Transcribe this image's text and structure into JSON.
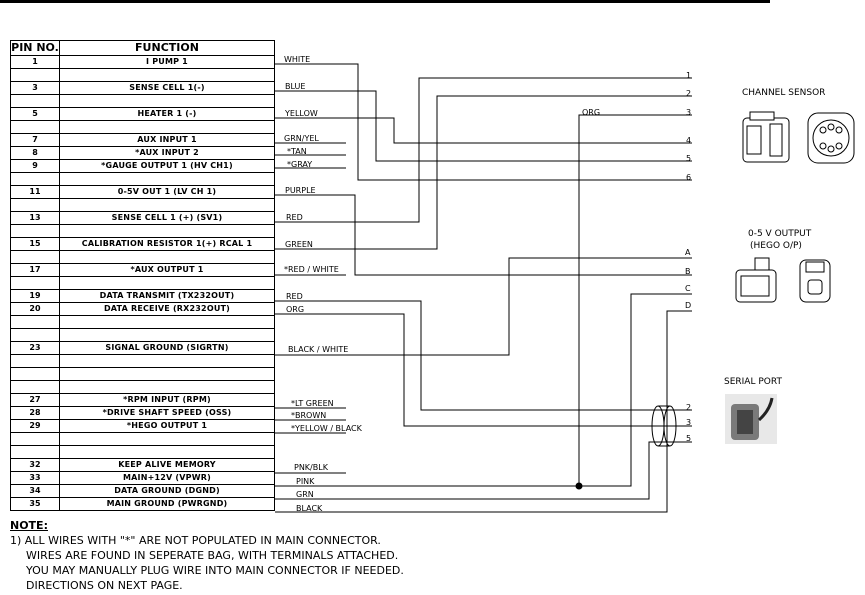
{
  "table": {
    "header": {
      "pin": "PIN NO.",
      "function": "FUNCTION"
    },
    "rows": [
      {
        "pin": "1",
        "function": "I PUMP 1"
      },
      {
        "pin": "",
        "function": ""
      },
      {
        "pin": "3",
        "function": "SENSE CELL 1(-)"
      },
      {
        "pin": "",
        "function": ""
      },
      {
        "pin": "5",
        "function": "HEATER 1 (-)"
      },
      {
        "pin": "",
        "function": ""
      },
      {
        "pin": "7",
        "function": "AUX INPUT 1"
      },
      {
        "pin": "8",
        "function": "*AUX INPUT 2"
      },
      {
        "pin": "9",
        "function": "*GAUGE OUTPUT 1 (HV CH1)"
      },
      {
        "pin": "",
        "function": ""
      },
      {
        "pin": "11",
        "function": "0-5V OUT 1 (LV CH 1)"
      },
      {
        "pin": "",
        "function": ""
      },
      {
        "pin": "13",
        "function": "SENSE CELL 1 (+) (SV1)"
      },
      {
        "pin": "",
        "function": ""
      },
      {
        "pin": "15",
        "function": "CALIBRATION RESISTOR 1(+) RCAL 1"
      },
      {
        "pin": "",
        "function": ""
      },
      {
        "pin": "17",
        "function": "*AUX OUTPUT 1"
      },
      {
        "pin": "",
        "function": ""
      },
      {
        "pin": "19",
        "function": "DATA TRANSMIT (TX232OUT)"
      },
      {
        "pin": "20",
        "function": "DATA RECEIVE (RX232OUT)"
      },
      {
        "pin": "",
        "function": ""
      },
      {
        "pin": "",
        "function": ""
      },
      {
        "pin": "23",
        "function": "SIGNAL GROUND (SIGRTN)"
      },
      {
        "pin": "",
        "function": ""
      },
      {
        "pin": "",
        "function": ""
      },
      {
        "pin": "",
        "function": ""
      },
      {
        "pin": "27",
        "function": "*RPM INPUT (RPM)"
      },
      {
        "pin": "28",
        "function": "*DRIVE SHAFT SPEED (OSS)"
      },
      {
        "pin": "29",
        "function": "*HEGO OUTPUT 1"
      },
      {
        "pin": "",
        "function": ""
      },
      {
        "pin": "",
        "function": ""
      },
      {
        "pin": "32",
        "function": "KEEP ALIVE MEMORY"
      },
      {
        "pin": "33",
        "function": "MAIN+12V (VPWR)"
      },
      {
        "pin": "34",
        "function": "DATA GROUND (DGND)"
      },
      {
        "pin": "35",
        "function": "MAIN GROUND (PWRGND)"
      }
    ]
  },
  "wires": [
    "WHITE",
    "BLUE",
    "YELLOW",
    "GRN/YEL",
    "*TAN",
    "*GRAY",
    "PURPLE",
    "RED",
    "GREEN",
    "*RED / WHITE",
    "RED",
    "ORG",
    "BLACK / WHITE",
    "*LT GREEN",
    "*BROWN",
    "*YELLOW / BLACK",
    "PNK/BLK",
    "PINK",
    "GRN",
    "BLACK",
    "ORG"
  ],
  "terminals": {
    "channel_sensor": [
      "1",
      "2",
      "3",
      "4",
      "5",
      "6"
    ],
    "hego": [
      "A",
      "B",
      "C",
      "D"
    ],
    "serial": [
      "2",
      "3",
      "5"
    ]
  },
  "connectors": {
    "channel_sensor": "CHANNEL SENSOR",
    "hego_line1": "0-5 V OUTPUT",
    "hego_line2": "(HEGO O/P)",
    "serial": "SERIAL PORT"
  },
  "note": {
    "heading": "NOTE:",
    "lines": [
      "1) ALL WIRES WITH \"*\" ARE NOT POPULATED IN MAIN CONNECTOR.",
      "WIRES ARE FOUND IN SEPERATE BAG, WITH TERMINALS ATTACHED.",
      "YOU MAY MANUALLY PLUG WIRE INTO MAIN CONNECTOR IF NEEDED.",
      "DIRECTIONS ON NEXT PAGE."
    ]
  }
}
